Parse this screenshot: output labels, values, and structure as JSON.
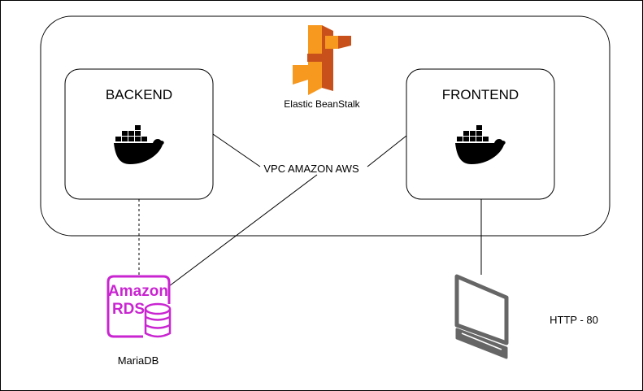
{
  "diagram": {
    "cloud_label": "Elastic BeanStalk",
    "vpc_label": "VPC AMAZON AWS",
    "backend_label": "BACKEND",
    "frontend_label": "FRONTEND",
    "rds_brand_line1": "Amazon",
    "rds_brand_line2": "RDS",
    "rds_label": "MariaDB",
    "client_label": "HTTP - 80",
    "icons": {
      "beanstalk": "aws-elastic-beanstalk-icon",
      "backend_container": "docker-icon",
      "frontend_container": "docker-icon",
      "database": "amazon-rds-icon",
      "client": "desktop-monitor-icon"
    },
    "colors": {
      "rds": "#C925D1",
      "beanstalk_light": "#F7981F",
      "beanstalk_dark": "#C8511B",
      "monitor": "#666666"
    }
  }
}
